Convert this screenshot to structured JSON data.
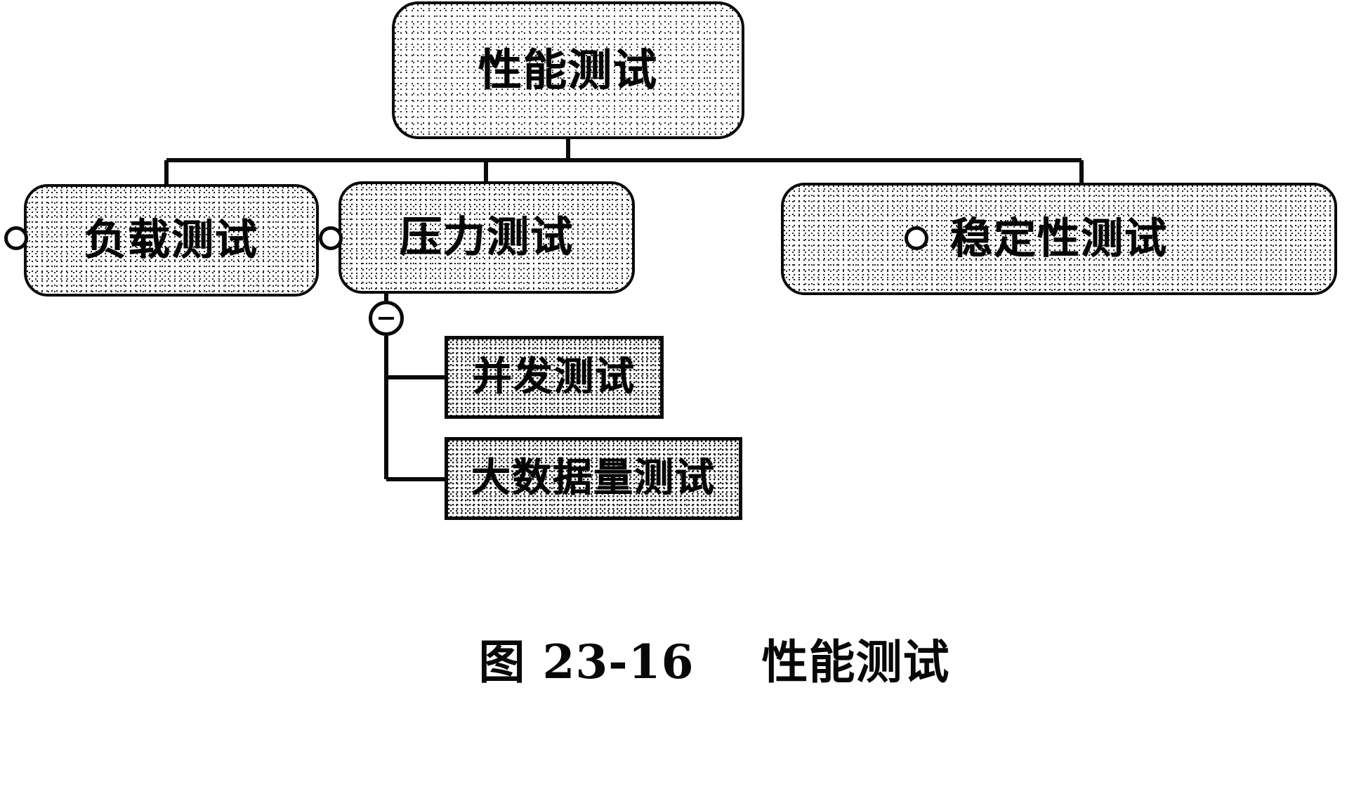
{
  "figure": {
    "caption_number": "图 23-16",
    "caption_gap": "    ",
    "caption_title": "性能测试",
    "full_caption": "图 23-16    性能测试"
  },
  "colors": {
    "line": "#0a0a0a",
    "text": "#060606",
    "background": "#ffffff",
    "node_fill_light": "#d9d9d9",
    "node_fill_dark": "#b5b5b5"
  },
  "tree": {
    "root": {
      "label": "性能测试",
      "shape": "rounded-rectangle",
      "fill": "stipple-light"
    },
    "children": [
      {
        "id": "load",
        "label": "负载测试",
        "shape": "rounded-rectangle",
        "fill": "stipple-medium",
        "pin": "connector-circle"
      },
      {
        "id": "stress",
        "label": "压力测试",
        "shape": "rounded-rectangle",
        "fill": "stipple-medium",
        "pin": "connector-circle",
        "toggle": {
          "state": "expanded",
          "glyph": "−",
          "name": "collapse-toggle"
        },
        "children": [
          {
            "id": "concurrency",
            "label": "并发测试",
            "shape": "rectangle",
            "fill": "stipple-dark"
          },
          {
            "id": "bulk-data",
            "label": "大数据量测试",
            "shape": "rectangle",
            "fill": "stipple-dark"
          }
        ]
      },
      {
        "id": "stability",
        "label": "稳定性测试",
        "shape": "rounded-rectangle",
        "fill": "stipple-medium",
        "pin": "connector-circle"
      }
    ]
  }
}
